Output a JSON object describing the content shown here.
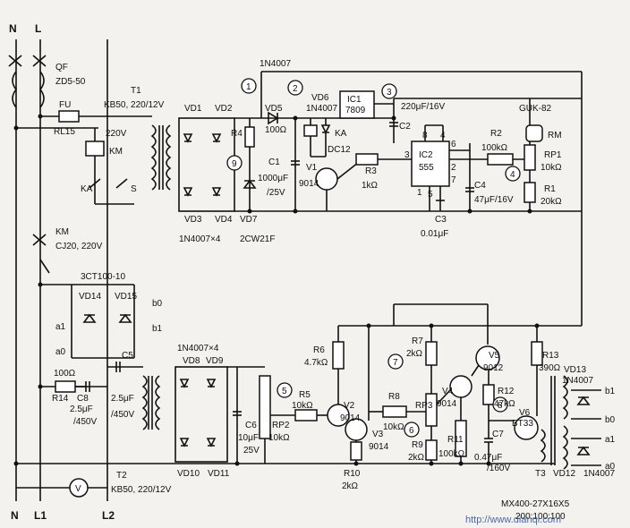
{
  "terminals": {
    "n_top": "N",
    "l_top": "L",
    "n_bottom": "N",
    "l1": "L1",
    "l2": "L2"
  },
  "breaker": {
    "ref": "QF",
    "model": "ZD5-50"
  },
  "fuse": {
    "ref": "FU",
    "model": "RL15"
  },
  "relay_coil": {
    "voltage": "220V",
    "ref": "KM"
  },
  "contacts": {
    "ka": "KA",
    "s": "S"
  },
  "t1": {
    "ref": "T1",
    "model": "KB50, 220/12V"
  },
  "rectifier1": {
    "vd1": "VD1",
    "vd2": "VD2",
    "vd3": "VD3",
    "vd4": "VD4",
    "note": "1N4007×4"
  },
  "top_bus": "1N4007",
  "vd5": {
    "ref": "VD5",
    "value": "100Ω"
  },
  "r4": "R4",
  "c1": {
    "ref": "C1",
    "value1": "1000μF",
    "value2": "/25V"
  },
  "vd7": {
    "ref": "VD7",
    "model": "2CW21F"
  },
  "vd6": {
    "ref": "VD6",
    "model": "1N4007"
  },
  "ka_relay": {
    "ref": "KA",
    "model": "DC12"
  },
  "v1": {
    "ref": "V1",
    "model": "9014"
  },
  "ic1": {
    "ref": "IC1",
    "model": "7809"
  },
  "c2": "C2",
  "cap220": "220μF/16V",
  "ic2": {
    "ref": "IC2",
    "model": "555",
    "p8": "8",
    "p4": "4",
    "p3": "3",
    "p6": "6",
    "p2": "2",
    "p7": "7",
    "p1": "1",
    "p5": "5"
  },
  "r3": {
    "ref": "R3",
    "value": "1kΩ"
  },
  "c3": {
    "ref": "C3",
    "value": "0.01μF"
  },
  "c4": {
    "ref": "C4",
    "value": "47μF/16V"
  },
  "r2": {
    "ref": "R2",
    "value": "100kΩ"
  },
  "guk": {
    "model": "GUK-82",
    "rm": "RM"
  },
  "rp1": {
    "ref": "RP1",
    "value": "10kΩ"
  },
  "r1": {
    "ref": "R1",
    "value": "20kΩ"
  },
  "km_contactor": {
    "ref": "KM",
    "model": "CJ20, 220V"
  },
  "ct": {
    "model": "3CT100-10",
    "vd14": "VD14",
    "vd15": "VD15",
    "b0": "b0",
    "a1": "a1",
    "a0": "a0",
    "b1": "b1"
  },
  "r14": {
    "value": "100Ω",
    "ref": "R14"
  },
  "c8": {
    "ref": "C8",
    "value1": "2.5μF",
    "value2": "/450V"
  },
  "c5": {
    "ref": "C5",
    "value1": "2.5μF",
    "value2": "/450V"
  },
  "rectifier2": {
    "note": "1N4007×4",
    "vd8": "VD8",
    "vd9": "VD9",
    "vd10": "VD10",
    "vd11": "VD11"
  },
  "c6": {
    "ref": "C6",
    "value1": "10μF",
    "value2": "25V"
  },
  "rp2": {
    "ref": "RP2",
    "value": "10kΩ"
  },
  "r5": {
    "ref": "R5",
    "value": "10kΩ"
  },
  "r6": {
    "ref": "R6",
    "value": "4.7kΩ"
  },
  "r7": {
    "ref": "R7",
    "value": "2kΩ"
  },
  "v2": {
    "ref": "V2",
    "model": "9014"
  },
  "v3": {
    "ref": "V3",
    "model": "9014"
  },
  "r8": {
    "ref": "R8",
    "value": "10kΩ"
  },
  "rp3": "RP3",
  "r9": {
    "ref": "R9",
    "value": "2kΩ"
  },
  "r10": {
    "ref": "R10",
    "value": "2kΩ"
  },
  "v4": {
    "ref": "V4",
    "model": "9014"
  },
  "r11": {
    "ref": "R11",
    "value": "100kΩ"
  },
  "v5": {
    "ref": "V5",
    "model": "9012"
  },
  "r12": {
    "ref": "R12",
    "value": "47kΩ"
  },
  "c7": {
    "ref": "C7",
    "value1": "0.47μF",
    "value2": "/160V"
  },
  "v6": {
    "ref": "V6",
    "model": "BT33"
  },
  "r13": {
    "ref": "R13",
    "value": "390Ω"
  },
  "vd13": {
    "ref": "VD13",
    "model": "1N4007"
  },
  "vd12": {
    "ref": "VD12",
    "model": "1N4007"
  },
  "t3": {
    "ref": "T3",
    "core": "MX400-27X16X5",
    "turns": "200:100:100"
  },
  "out": {
    "b1": "b1",
    "b0": "b0",
    "a1": "a1",
    "a0": "a0"
  },
  "t2": {
    "ref": "T2",
    "model": "KB50, 220/12V"
  },
  "meter": "V",
  "markers": [
    "1",
    "2",
    "3",
    "4",
    "5",
    "6",
    "7",
    "8",
    "9"
  ],
  "watermark": "http://www.dianqi.com"
}
